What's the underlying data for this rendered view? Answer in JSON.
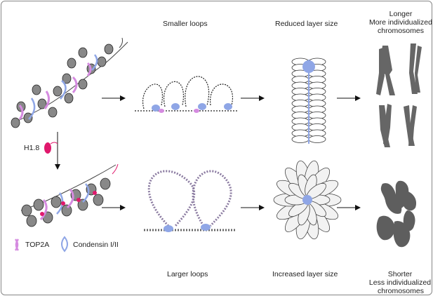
{
  "labels": {
    "smaller_loops": "Smaller loops",
    "reduced_layer": "Reduced layer size",
    "longer_1": "Longer",
    "longer_2": "More individualized",
    "longer_3": "chromosomes",
    "h18": "H1.8",
    "larger_loops": "Larger loops",
    "increased_layer": "Increased layer size",
    "shorter_1": "Shorter",
    "shorter_2": "Less individualized",
    "shorter_3": "chromosomes",
    "top2a": "TOP2A",
    "condensin": "Condensin I/II"
  },
  "colors": {
    "nucleosome": "#7a7a7a",
    "top2a": "#d58be0",
    "condensin": "#8fa6e6",
    "h18": "#e0186c",
    "chromosome": "#666666",
    "arrow": "#111111",
    "bead": "#8a7aa0"
  }
}
